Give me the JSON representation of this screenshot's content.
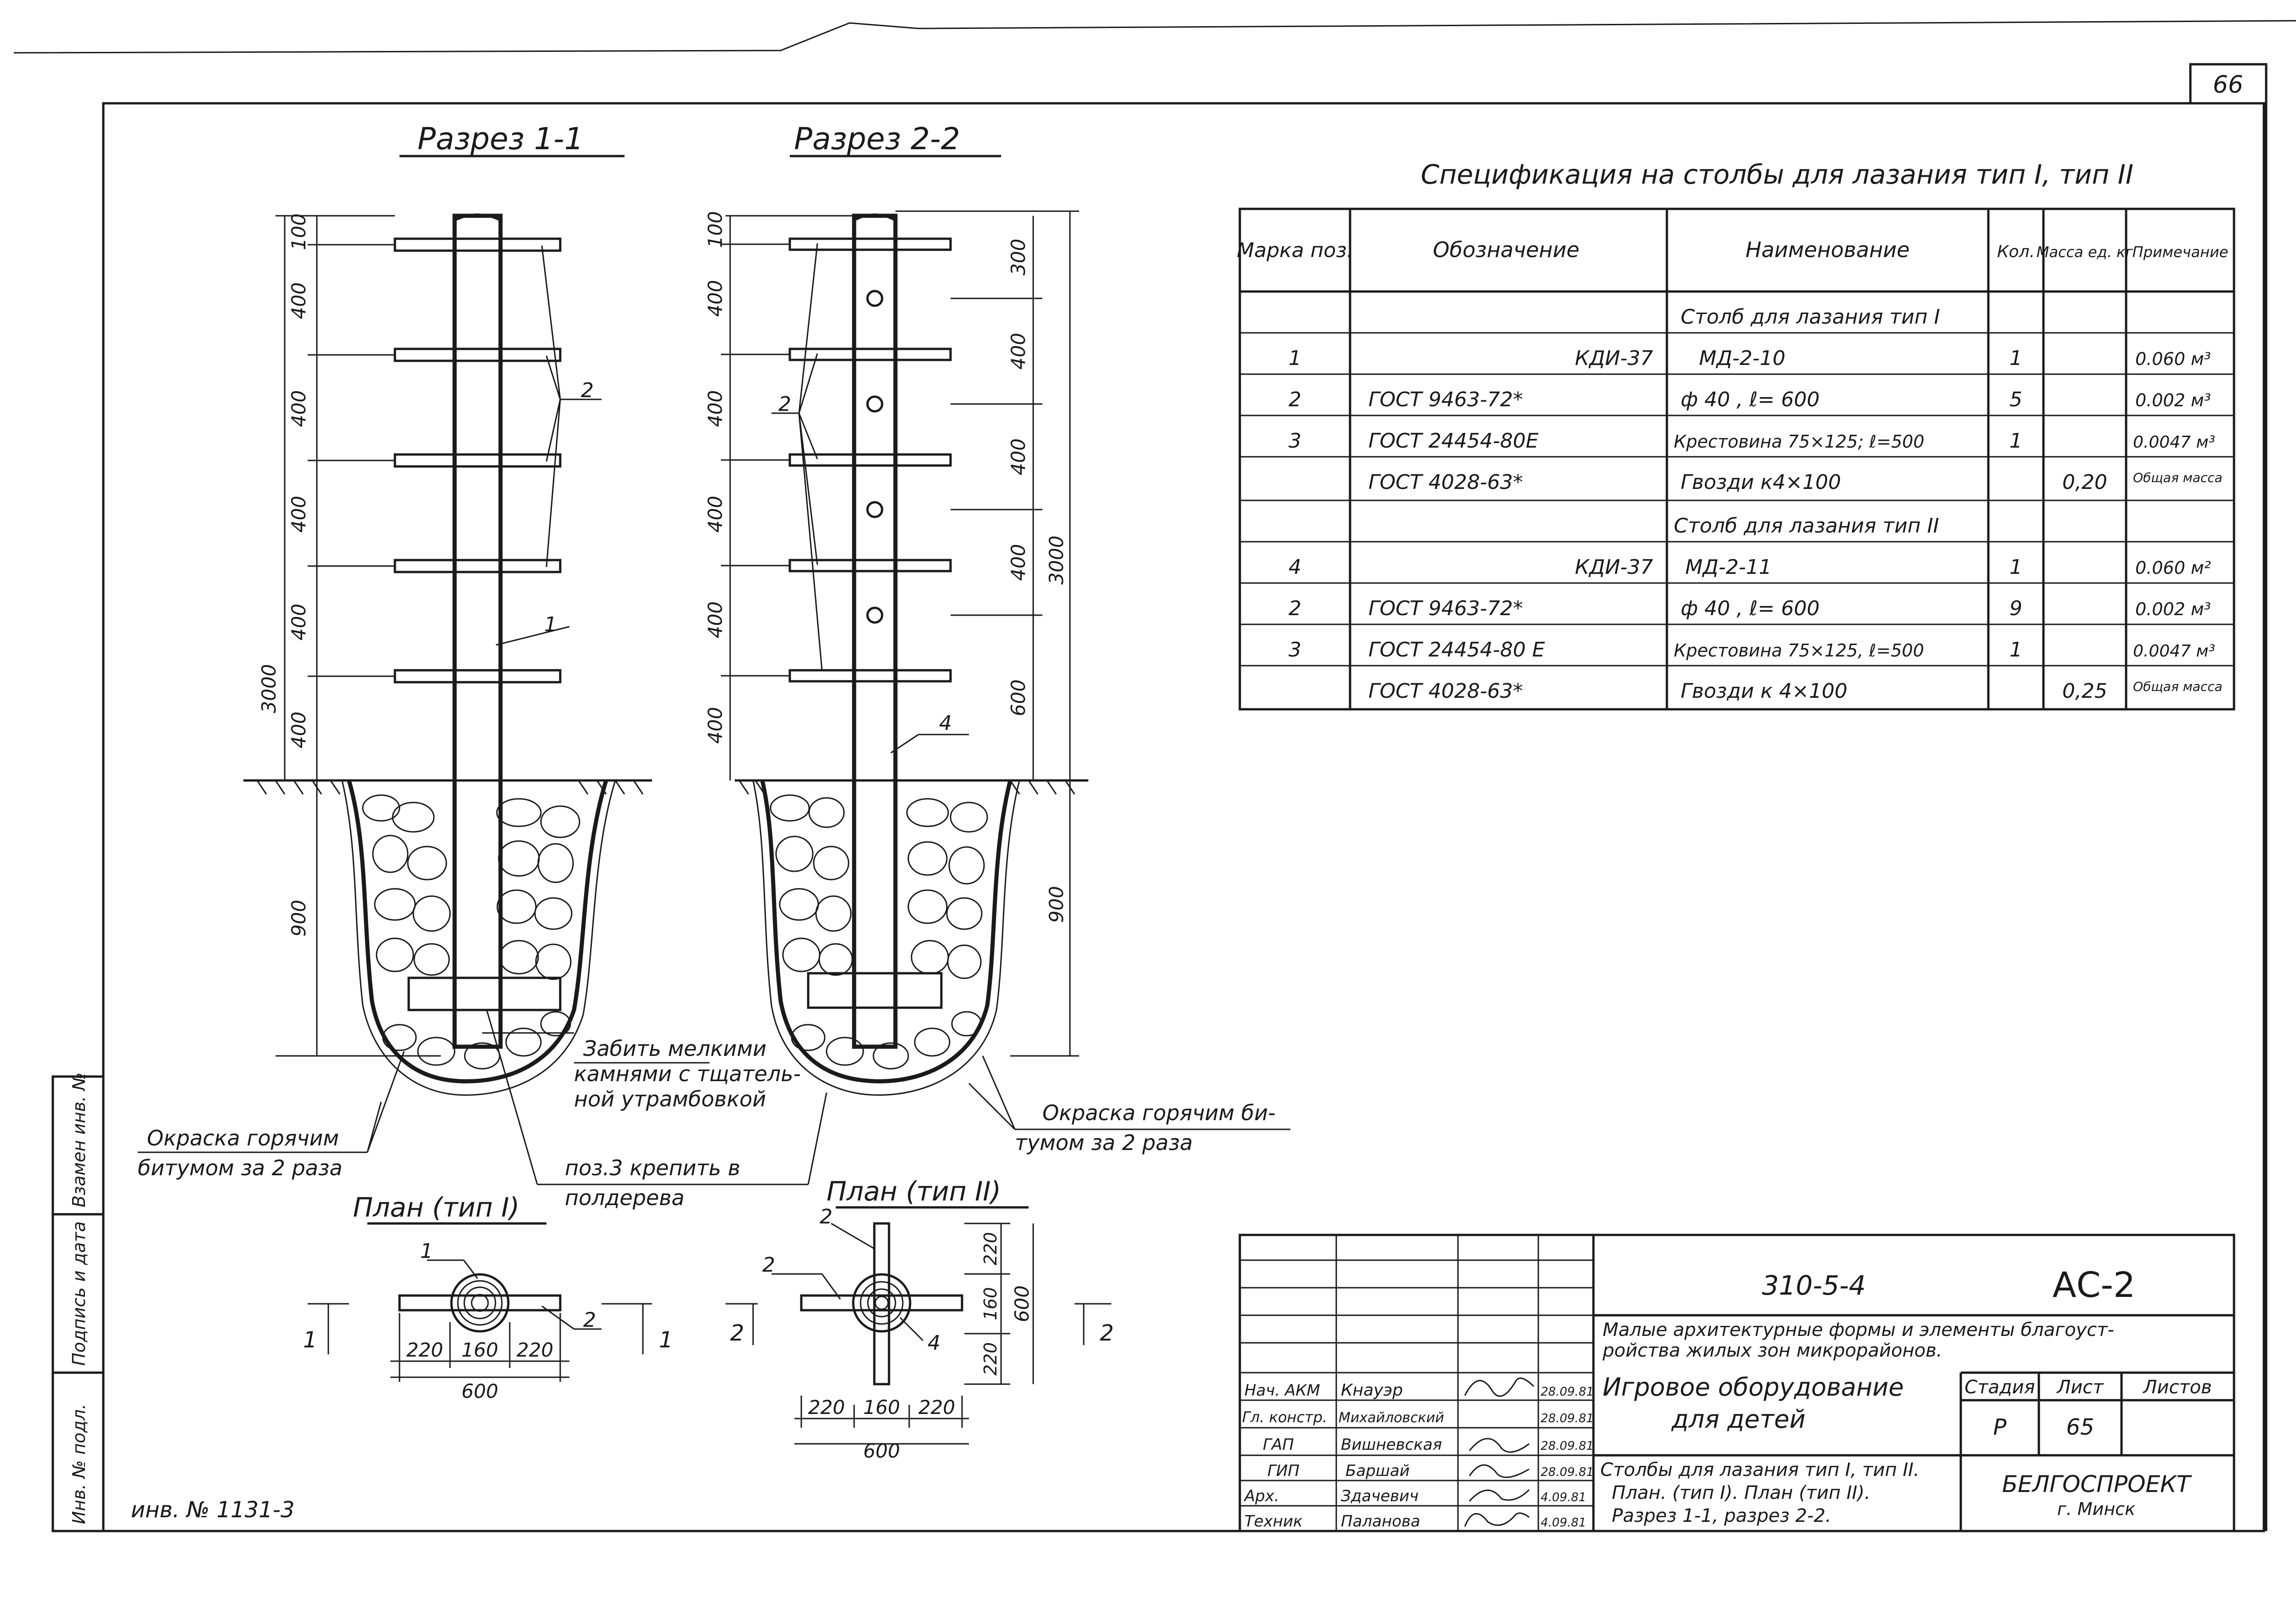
{
  "sheet": {
    "page_number": "66",
    "inventory_number": "инв. № 1131-3",
    "side_stamp": [
      "Инв. № подл.",
      "Подпись и дата",
      "Взамен инв. №"
    ]
  },
  "views": {
    "section1": {
      "title": "Разрез 1-1",
      "dims": [
        "100",
        "400",
        "400",
        "400",
        "400",
        "400",
        "3000",
        "900"
      ],
      "pos": [
        "1",
        "2"
      ]
    },
    "section2": {
      "title": "Разрез 2-2",
      "dims_left": [
        "100",
        "400",
        "400",
        "400",
        "400",
        "400"
      ],
      "dims_right": [
        "300",
        "400",
        "400",
        "400",
        "600",
        "3000",
        "900"
      ],
      "pos": [
        "2",
        "4"
      ]
    },
    "notes": {
      "fill_stones": [
        "Забить мелкими",
        "камнями с тщатель-",
        "ной утрамбовкой"
      ],
      "paint_left": [
        "Окраска горячим",
        "битумом за 2 раза"
      ],
      "paint_right": [
        "Окраска горячим би-",
        "тумом за 2 раза"
      ],
      "fasten": [
        "поз.3 крепить в",
        "полдерева"
      ]
    },
    "plan1": {
      "title": "План (тип I)",
      "pos": [
        "1",
        "2"
      ],
      "dims": [
        "220",
        "160",
        "220",
        "600"
      ],
      "cut_labels": [
        "1",
        "1"
      ]
    },
    "plan2": {
      "title": "План (тип II)",
      "pos": [
        "2",
        "2",
        "4"
      ],
      "dims_h": [
        "220",
        "160",
        "220",
        "600"
      ],
      "dims_v": [
        "220",
        "160",
        "220",
        "600"
      ],
      "cut_labels": [
        "2",
        "2"
      ]
    }
  },
  "spec": {
    "title": "Спецификация на столбы для лазания тип I, тип II",
    "headers": [
      "Марка поз.",
      "Обозначение",
      "Наименование",
      "Кол.",
      "Масса ед. кг",
      "Примечание"
    ],
    "rows": [
      {
        "pos": "",
        "designation": "",
        "name": "Столб для лазания тип I",
        "qty": "",
        "mass": "",
        "note": ""
      },
      {
        "pos": "1",
        "designation": "КДИ-37",
        "name": "МД-2-10",
        "qty": "1",
        "mass": "",
        "note": "0.060 м³"
      },
      {
        "pos": "2",
        "designation": "ГОСТ 9463-72*",
        "name": "ф 40 , ℓ= 600",
        "qty": "5",
        "mass": "",
        "note": "0.002 м³"
      },
      {
        "pos": "3",
        "designation": "ГОСТ 24454-80Е",
        "name": "Крестовина 75×125; ℓ=500",
        "qty": "1",
        "mass": "",
        "note": "0.0047 м³"
      },
      {
        "pos": "",
        "designation": "ГОСТ 4028-63*",
        "name": "Гвозди к4×100",
        "qty": "",
        "mass": "0,20",
        "note": "Общая масса"
      },
      {
        "pos": "",
        "designation": "",
        "name": "Столб для лазания тип II",
        "qty": "",
        "mass": "",
        "note": ""
      },
      {
        "pos": "4",
        "designation": "КДИ-37",
        "name": "МД-2-11",
        "qty": "1",
        "mass": "",
        "note": "0.060 м²"
      },
      {
        "pos": "2",
        "designation": "ГОСТ 9463-72*",
        "name": "ф 40 , ℓ= 600",
        "qty": "9",
        "mass": "",
        "note": "0.002 м³"
      },
      {
        "pos": "3",
        "designation": "ГОСТ 24454-80 Е",
        "name": "Крестовина 75×125, ℓ=500",
        "qty": "1",
        "mass": "",
        "note": "0.0047 м³"
      },
      {
        "pos": "",
        "designation": "ГОСТ 4028-63*",
        "name": "Гвозди к 4×100",
        "qty": "",
        "mass": "0,25",
        "note": "Общая масса"
      }
    ]
  },
  "title_block": {
    "doc_code": "310-5-4",
    "sheet_code": "АС-2",
    "project": [
      "Малые архитектурные формы и элементы благоуст-",
      "ройства жилых зон микрорайонов."
    ],
    "object": [
      "Игровое оборудование",
      "для детей"
    ],
    "stage_label": "Стадия",
    "sheet_label": "Лист",
    "sheets_label": "Листов",
    "stage": "Р",
    "sheet": "65",
    "sheets": "",
    "drawing_title": [
      "Столбы для лазания тип I, тип II.",
      "План. (тип I). План (тип II).",
      "Разрез 1-1, разрез 2-2."
    ],
    "org": "БЕЛГОСПРОЕКТ",
    "city": "г. Минск",
    "signers": [
      {
        "role": "Нач. АКМ",
        "name": "Кнауэр",
        "date": "28.09.81"
      },
      {
        "role": "Гл. констр.",
        "name": "Михайловский",
        "date": "28.09.81"
      },
      {
        "role": "ГАП",
        "name": "Вишневская",
        "date": "28.09.81"
      },
      {
        "role": "ГИП",
        "name": "Баршай",
        "date": "28.09.81"
      },
      {
        "role": "Арх.",
        "name": "Здачевич",
        "date": "4.09.81"
      },
      {
        "role": "Техник",
        "name": "Паланова",
        "date": "4.09.81"
      }
    ]
  }
}
